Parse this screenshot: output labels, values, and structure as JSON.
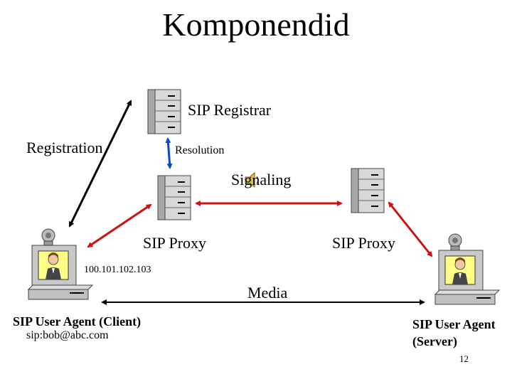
{
  "slide": {
    "title": "Komponendid",
    "page_number": "12"
  },
  "labels": {
    "registrar": "SIP Registrar",
    "registration": "Registration",
    "resolution": "Resolution",
    "signaling": "Signaling",
    "proxy_left": "SIP Proxy",
    "proxy_right": "SIP Proxy",
    "client_ip": "100.101.102.103",
    "media": "Media",
    "client": "SIP User Agent (Client)",
    "client_uri": "sip:bob@abc.com",
    "server_line1": "SIP User Agent",
    "server_line2": "(Server)"
  },
  "icons": {
    "server": "server-tower-icon",
    "computer": "desktop-computer-icon",
    "speaker": "speaker-icon"
  },
  "colors": {
    "signaling_arrow": "#cc1111",
    "resolution_arrow": "#1144cc",
    "registration_arrow": "#000000",
    "server_body": "#d8d8d8",
    "monitor_body": "#c8c8c8",
    "screen": "#ffff88"
  }
}
